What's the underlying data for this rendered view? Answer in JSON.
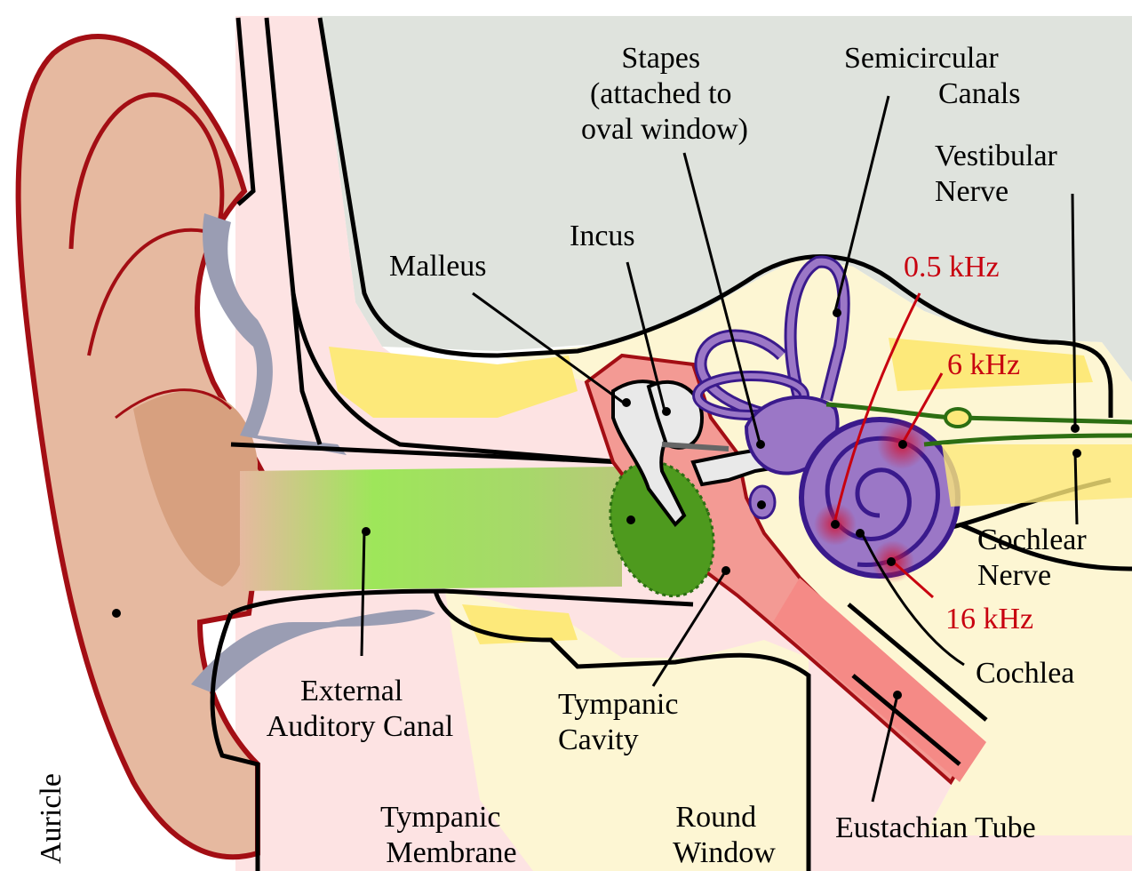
{
  "labels": {
    "auricle": "Auricle",
    "stapes": [
      "Stapes",
      "(attached to",
      "oval window)"
    ],
    "semicircular_canals": [
      "Semicircular",
      "Canals"
    ],
    "vestibular_nerve": [
      "Vestibular",
      "Nerve"
    ],
    "incus": "Incus",
    "malleus": "Malleus",
    "cochlear_nerve": [
      "Cochlear",
      "Nerve"
    ],
    "cochlea": "Cochlea",
    "external_auditory_canal": [
      "External",
      "Auditory Canal"
    ],
    "tympanic_cavity": [
      "Tympanic",
      "Cavity"
    ],
    "tympanic_membrane": [
      "Tympanic",
      "Membrane"
    ],
    "round_window": [
      "Round",
      "Window"
    ],
    "eustachian_tube": "Eustachian Tube"
  },
  "frequencies": {
    "f_0_5": "0.5 kHz",
    "f_6": "6 kHz",
    "f_16": "16 kHz"
  },
  "colors": {
    "skull_bone": "#dfe3dd",
    "outer_skin": "#fde3e3",
    "ear_tan": "#e6b9a0",
    "ear_outline": "#a30e14",
    "cartilage": "#9a9db3",
    "canal_green": "#9ee65a",
    "eardrum_green": "#4e9a1e",
    "inner_cream": "#fdf6d3",
    "bone_yellow": "#fde97a",
    "labyrinth_purple": "#9b77c6",
    "labyrinth_outline": "#3a1a8c",
    "tympanic_red": "#f39a94",
    "nerve_green": "#2c6e12",
    "freq_red": "#c8000f"
  }
}
